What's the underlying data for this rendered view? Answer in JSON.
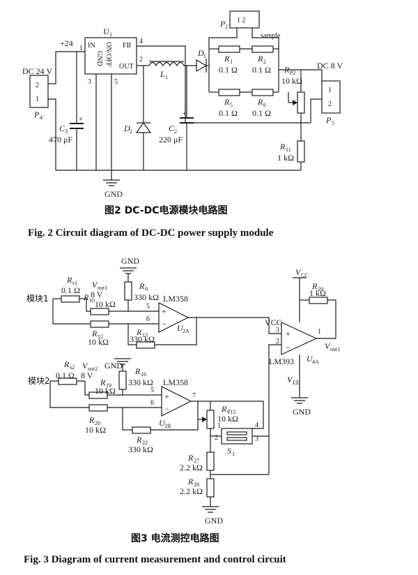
{
  "fig2": {
    "caption_cn": "图2  DC-DC电源模块电路图",
    "caption_en": "Fig. 2  Circuit diagram of DC-DC power supply module",
    "u1_label": "U",
    "u1_sub": "1",
    "u1_in": "IN",
    "u1_gnd": "GND",
    "u1_onoff": "ON/OFF",
    "u1_fb": "FB",
    "u1_out": "OUT",
    "pin1": "1",
    "pin2": "2",
    "pin3": "3",
    "pin4": "4",
    "pin5": "5",
    "v24": "+24",
    "dc24": "DC 24 V",
    "p4": "P",
    "p4_sub": "4",
    "p4_pin1": "1",
    "p4_pin2": "2",
    "c3": "C",
    "c3_sub": "3",
    "c3_val": "470 μF",
    "d2": "D",
    "d2_sub": "2",
    "l1": "L",
    "l1_sub": "1",
    "c2": "C",
    "c2_sub": "2",
    "c2_val": "220 μF",
    "d1": "D",
    "d1_sub": "1",
    "gnd": "GND",
    "p2": "P",
    "p2_sub": "2",
    "p2_pins": "1 2",
    "sample": "sample",
    "r1": "R",
    "r1_sub": "1",
    "r1_val": "0.1 Ω",
    "r2": "R",
    "r2_sub": "2",
    "r2_val": "0.1 Ω",
    "r5": "R",
    "r5_sub": "5",
    "r5_val": "0.1 Ω",
    "r6": "R",
    "r6_sub": "6",
    "r6_val": "0.1 Ω",
    "rp2": "R",
    "rp2_sub": "P2",
    "rp2_val": "10 kΩ",
    "dc8": "DC 8 V",
    "p5": "P",
    "p5_sub": "5",
    "p5_pin1": "1",
    "p5_pin2": "2",
    "r11": "R",
    "r11_sub": "11",
    "r11_val": "1 kΩ"
  },
  "fig3": {
    "caption_cn": "图3  电流测控电路图",
    "caption_en": "Fig. 3  Diagram of current measurement and control circuit",
    "module1": "模块1",
    "module2": "模块2",
    "rs1": "R",
    "rs1_sub": "s1",
    "rs1_val": "0.1 Ω",
    "vout1": "V",
    "vout1_sub": "out1",
    "vout1_val": "8 V",
    "r10": "R",
    "r10_sub": "10",
    "r10_val": "10 kΩ",
    "r9": "R",
    "r9_sub": "9",
    "r9_val": "330 kΩ",
    "r12": "R",
    "r12_sub": "12",
    "r12_val": "10 kΩ",
    "r13": "R",
    "r13_sub": "13",
    "r13_val": "330 kΩ",
    "lm358a": "LM358",
    "u2a": "U",
    "u2a_sub": "2A",
    "gnd_top": "GND",
    "pin5a": "5",
    "pin6a": "6",
    "plus": "+",
    "minus": "−",
    "rs2": "R",
    "rs2_sub": "s2",
    "rs2_val": "0.1 Ω",
    "vout2": "V",
    "vout2_sub": "out2",
    "vout2_val": "8 V",
    "r19": "R",
    "r19_sub": "19",
    "r19_val": "10 kΩ",
    "r16": "R",
    "r16_sub": "16",
    "r16_val": "330 kΩ",
    "r20": "R",
    "r20_sub": "20",
    "r20_val": "10 kΩ",
    "r22": "R",
    "r22_sub": "22",
    "r22_val": "330 kΩ",
    "lm358b": "LM358",
    "u2b": "U",
    "u2b_sub": "2B",
    "gnd_mid": "GND",
    "pin5b": "5",
    "pin6b": "6",
    "pin7b": "7",
    "rp15": "R",
    "rp15_sub": "P15",
    "rp15_val": "10 kΩ",
    "s1": "S",
    "s1_sub": "1",
    "s1_pin1": "1",
    "s1_pin2": "2",
    "s1_pin3": "3",
    "s1_pin4": "4",
    "r27": "R",
    "r27_sub": "27",
    "r27_val": "2.2 kΩ",
    "r28": "R",
    "r28_sub": "28",
    "r28_val": "2.2 kΩ",
    "gnd_bot": "GND",
    "vcc_top": "V",
    "vcc_top_sub": "CC",
    "r29": "R",
    "r29_sub": "29",
    "r29_val": "1 kΩ",
    "vcc": "VCC",
    "lm393": "LM393",
    "u4a": "U",
    "u4a_sub": "4A",
    "pin1c": "1",
    "pin2c": "2",
    "pin3c": "3",
    "vee": "V",
    "vee_sub": "EE",
    "gnd_cmp": "GND",
    "vout1_out": "V",
    "vout1_out_sub": "out1"
  }
}
